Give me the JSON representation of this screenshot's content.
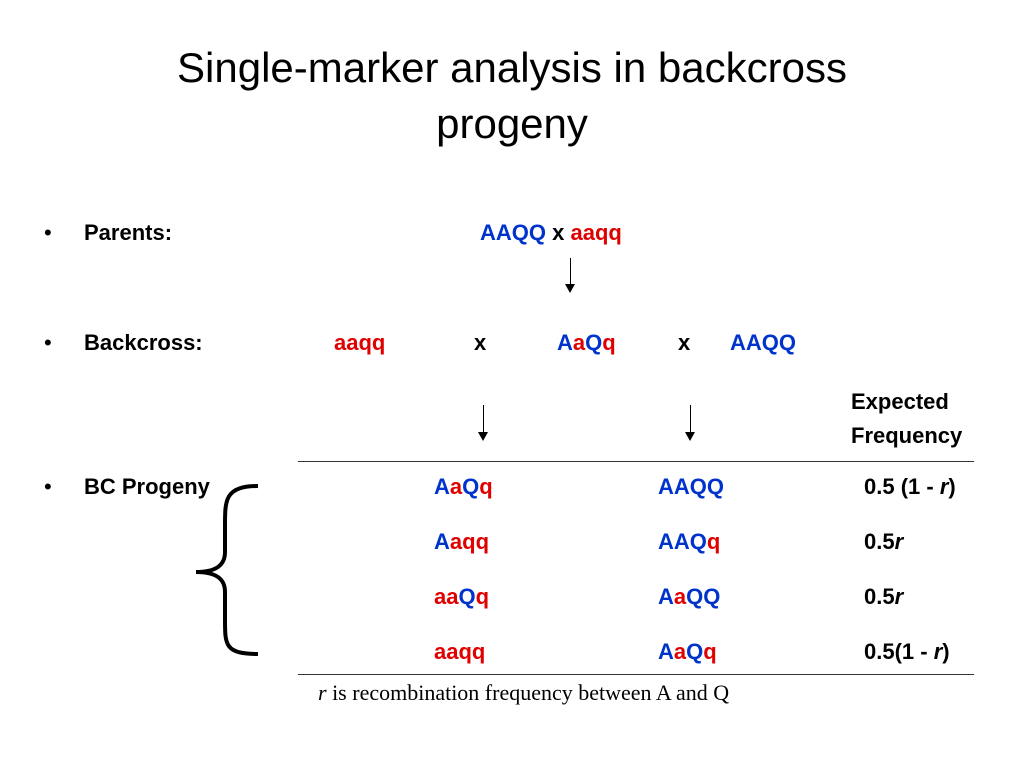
{
  "title_line1": "Single-marker analysis in backcross",
  "title_line2": "progeny",
  "bullets": {
    "symbol": "•",
    "parents": "Parents:",
    "backcross": "Backcross:",
    "bc_progeny": "BC Progeny"
  },
  "parents_cross": {
    "left": "AAQQ",
    "x": "x",
    "right": "aaqq"
  },
  "backcross_row": {
    "left": "aaqq",
    "x1": "x",
    "middle_A": "A",
    "middle_a": "a",
    "middle_Q": "Q",
    "middle_q": "q",
    "x2": "x",
    "right": "AAQQ"
  },
  "expected_header_1": "Expected",
  "expected_header_2": "Frequency",
  "progeny_rows": [
    {
      "left": [
        [
          "A",
          "blue"
        ],
        [
          "a",
          "red"
        ],
        [
          "Q",
          "blue"
        ],
        [
          "q",
          "red"
        ]
      ],
      "right": [
        [
          "AAQQ",
          "blue"
        ]
      ],
      "freq_pre": "0.5 (1 - ",
      "freq_r": "r",
      "freq_post": ")"
    },
    {
      "left": [
        [
          "A",
          "blue"
        ],
        [
          "aqq",
          "red"
        ]
      ],
      "right": [
        [
          "AAQ",
          "blue"
        ],
        [
          "q",
          "red"
        ]
      ],
      "freq_pre": "0.5",
      "freq_r": "r",
      "freq_post": ""
    },
    {
      "left": [
        [
          "aa",
          "red"
        ],
        [
          "Q",
          "blue"
        ],
        [
          "q",
          "red"
        ]
      ],
      "right": [
        [
          "A",
          "blue"
        ],
        [
          "a",
          "red"
        ],
        [
          "QQ",
          "blue"
        ]
      ],
      "freq_pre": "0.5",
      "freq_r": "r",
      "freq_post": ""
    },
    {
      "left": [
        [
          "aaqq",
          "red"
        ]
      ],
      "right": [
        [
          "A",
          "blue"
        ],
        [
          "a",
          "red"
        ],
        [
          "Q",
          "blue"
        ],
        [
          "q",
          "red"
        ]
      ],
      "freq_pre": "0.5(1 - ",
      "freq_r": "r",
      "freq_post": ")"
    }
  ],
  "footnote_r": "r",
  "footnote_text": " is recombination frequency between A and Q",
  "colors": {
    "blue": "#0033cc",
    "red": "#e00000",
    "rule": "#333333"
  }
}
